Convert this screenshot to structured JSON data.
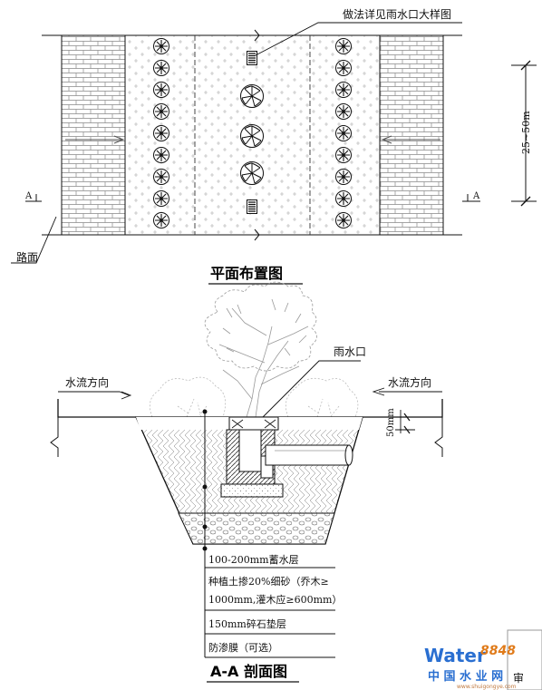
{
  "plan": {
    "title": "平面布置图",
    "callout_detail": "做法详见雨水口大样图",
    "label_road": "路面",
    "section_mark_left": "A",
    "section_mark_right": "A",
    "dimension": "25~50m"
  },
  "section": {
    "title": "A-A 剖面图",
    "label_inlet": "雨水口",
    "flow_left": "水流方向",
    "flow_right": "水流方向",
    "dim_50": "50mm",
    "layers": [
      "100-200mm蓄水层",
      "种植土掺20%细砂（乔木≥",
      "1000mm,灌木应≥600mm）",
      "150mm碎石垫层",
      "防渗膜（可选）"
    ]
  },
  "watermark": {
    "logo": "Water",
    "number": "8848",
    "cn": "中 国 水 业 网",
    "url": "www.shuigongye.com",
    "corner_text": "审"
  }
}
